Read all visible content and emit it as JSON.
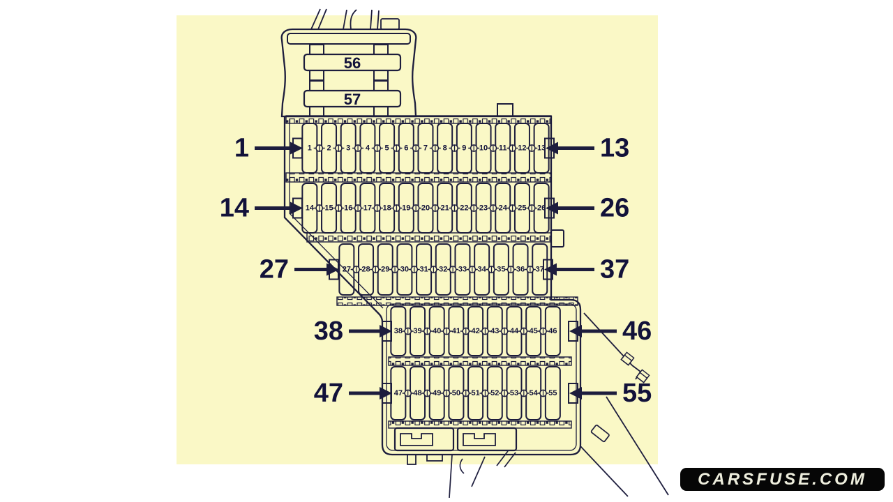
{
  "colors": {
    "canvas_bg": "#ffffff",
    "panel_bg": "#faf8c6",
    "line": "#1d1d3d",
    "label_text": "#12123a",
    "watermark_bg": "#060606",
    "watermark_text": "#eeeedd"
  },
  "watermark": {
    "text": "CARSFUSE.COM"
  },
  "diagram": {
    "type": "fuse-box-diagram",
    "relays": [
      {
        "label": "56"
      },
      {
        "label": "57"
      }
    ],
    "fuse_rows": [
      {
        "name": "row-1-13",
        "fuses": [
          1,
          2,
          3,
          4,
          5,
          6,
          7,
          8,
          9,
          10,
          11,
          12,
          13
        ],
        "left_callout": "1",
        "right_callout": "13"
      },
      {
        "name": "row-14-26",
        "fuses": [
          14,
          15,
          16,
          17,
          18,
          19,
          20,
          21,
          22,
          23,
          24,
          25,
          26
        ],
        "left_callout": "14",
        "right_callout": "26"
      },
      {
        "name": "row-27-37",
        "fuses": [
          27,
          28,
          29,
          30,
          31,
          32,
          33,
          34,
          35,
          36,
          37
        ],
        "left_callout": "27",
        "right_callout": "37"
      },
      {
        "name": "row-38-46",
        "fuses": [
          38,
          39,
          40,
          41,
          42,
          43,
          44,
          45,
          46
        ],
        "left_callout": "38",
        "right_callout": "46"
      },
      {
        "name": "row-47-55",
        "fuses": [
          47,
          48,
          49,
          50,
          51,
          52,
          53,
          54,
          55
        ],
        "left_callout": "47",
        "right_callout": "55"
      }
    ]
  }
}
